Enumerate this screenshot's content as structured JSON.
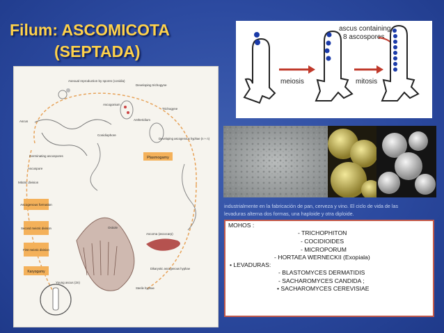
{
  "slide": {
    "title_line1": "Filum: ASCOMICOTA",
    "title_line2": "(SEPTADA)",
    "accent_color": "#ffd24a",
    "background_color": "#2c4aa0"
  },
  "meiosis_panel": {
    "label_ascus": "ascus containing",
    "label_ascospores": "8 ascospores",
    "label_meiosis": "meiosis",
    "label_mitosis": "mitosis"
  },
  "life_cycle": {
    "labels": {
      "asexual": "Asexual reproduction by spores (conidia)",
      "ascogonium": "Ascogonium",
      "developing_trichogyne": "Developing trichogyne",
      "antheridium": "Antheridium",
      "trichogyne": "Trichogyne",
      "conidiophore": "Conidiophore",
      "germinating": "Germinating ascospores",
      "ascus": "Ascus",
      "ascospore": "Ascospore",
      "plasmogamy": "Plasmogamy",
      "ascogenous_hyphae": "Developing ascogenous hyphae (n + n)",
      "ascogenous_formation": "Ascogenous formation",
      "mitotic_division": "Mitotic division",
      "second_meiotic": "Second meiotic division",
      "first_meiotic": "First meiotic division",
      "karyogamy": "Karyogamy",
      "young_ascus": "Young ascus (2n)",
      "ostiole": "Ostiole",
      "ascoma": "Ascoma (ascocarp)",
      "dikaryotic": "Dikaryotic ascogenous hyphae",
      "sterile": "Sterile hyphae"
    }
  },
  "caption": {
    "line1": "industrialmente en la fabricación de pan, cerveza y vino. El ciclo de vida de las",
    "line2": "levaduras alterna dos formas, una haploide y otra diploide."
  },
  "info": {
    "mohos_label": "MOHOS :",
    "mohos": [
      "-  TRICHOPHITON",
      "-  COCIDIOIDES",
      "-  MICROPORUM",
      "-  HORTAEA WERNECKII (Exopiala)"
    ],
    "levaduras_label": "•  LEVADURAS:",
    "levaduras": [
      "-      BLASTOMYCES DERMATIDIS",
      "-      SACHAROMYCES CANDIDA  ;",
      "•  SACHAROMYCES CEREVISIAE"
    ]
  }
}
